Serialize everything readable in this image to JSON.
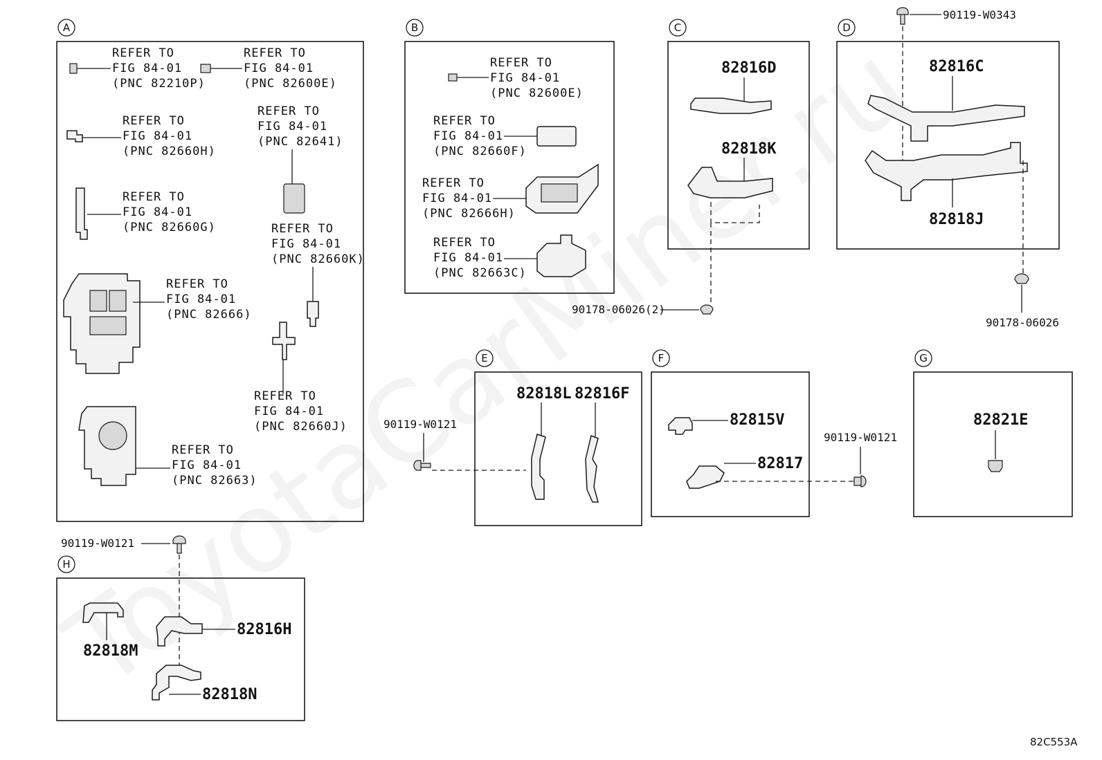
{
  "watermark": "ToyotaCarMiner.ru",
  "figure_code": "82C553A",
  "groups": {
    "A": "A",
    "B": "B",
    "C": "C",
    "D": "D",
    "E": "E",
    "F": "F",
    "G": "G",
    "H": "H"
  },
  "refer": {
    "l1": "REFER TO",
    "l2": "FIG 84-01"
  },
  "pnc": {
    "a1": "(PNC 82210P)",
    "a2": "(PNC 82600E)",
    "a3": "(PNC 82660H)",
    "a4": "(PNC 82641)",
    "a5": "(PNC 82660G)",
    "a6": "(PNC 82660K)",
    "a7": "(PNC 82666)",
    "a8": "(PNC 82660J)",
    "a9": "(PNC 82663)",
    "b1": "(PNC 82600E)",
    "b2": "(PNC 82660F)",
    "b3": "(PNC 82666H)",
    "b4": "(PNC 82663C)"
  },
  "parts": {
    "c_top": "82816D",
    "c_bottom": "82818K",
    "d_top": "82816C",
    "d_bottom": "82818J",
    "e_left": "82818L",
    "e_right": "82816F",
    "f_top": "82815V",
    "f_bottom": "82817",
    "g": "82821E",
    "h_left": "82818M",
    "h_mid": "82816H",
    "h_bottom": "82818N"
  },
  "fasteners": {
    "top_right_bolt": "90119-W0343",
    "clip_c": "90178-06026(2)",
    "clip_d": "90178-06026",
    "bolt_e": "90119-W0121",
    "bolt_f": "90119-W0121",
    "bolt_h": "90119-W0121"
  }
}
